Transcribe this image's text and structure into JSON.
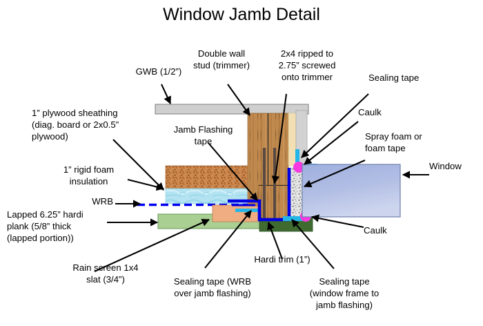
{
  "title": "Window Jamb Detail",
  "labels": {
    "gwb": "GWB (1/2”)",
    "double_wall_stud": "Double wall\nstud (trimmer)",
    "ripped_2x4": "2x4 ripped to\n2.75” screwed\nonto trimmer",
    "sealing_tape": "Sealing tape",
    "caulk_top": "Caulk",
    "spray_foam": "Spray foam or\nfoam tape",
    "window": "Window",
    "plywood_sheathing": "1” plywood sheathing\n(diag. board or 2x0.5”\nplywood)",
    "jamb_flashing_tape": "Jamb Flashing\ntape",
    "rigid_foam": "1” rigid foam\ninsulation",
    "wrb": "WRB",
    "hardi_plank": "Lapped 6.25” hardi\nplank (5/8” thick\n(lapped portion))",
    "rain_screen": "Rain screen 1x4\nslat (3/4”)",
    "sealing_tape_wrb": "Sealing tape (WRB\nover jamb flashing)",
    "hardi_trim": "Hardi trim (1”)",
    "sealing_tape_window": "Sealing tape\n(window frame to\njamb flashing)",
    "caulk_bottom": "Caulk"
  },
  "colors": {
    "gwb": "#cfcfcf",
    "gwb_stroke": "#808080",
    "stud_wood": "#c08a4e",
    "ripped_2x4": "#b97f46",
    "cream_strip": "#f2e0b4",
    "light_gray_strip": "#d2d2d2",
    "rigid_foam": "#c8824b",
    "plywood_sheathing": "#b6e4f2",
    "wrb_dash": "#0000ee",
    "hardi_plank": "#a9cf92",
    "rain_screen": "#f0ad82",
    "hardi_trim": "#3f6b30",
    "jamb_flashing": "#0000e0",
    "sealing_tape": "#24b6e8",
    "caulk_dot": "#f838e0",
    "spray_foam": "#d9d9d9",
    "window_fill_top": "#a8b6e0",
    "window_fill_bottom": "#c4cdea",
    "window_stroke": "#6f7fae",
    "screw": "#5b4a42",
    "leader": "#000000"
  }
}
